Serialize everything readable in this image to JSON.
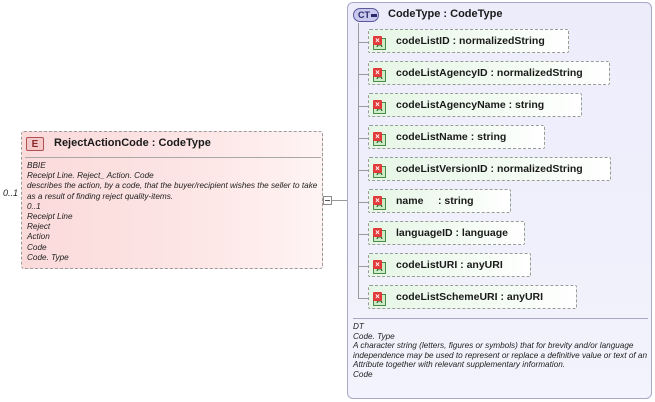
{
  "element": {
    "badge": "E",
    "title": "RejectActionCode : CodeType",
    "occurs": "0..1",
    "doc_lines": [
      "BBIE",
      "Receipt Line. Reject_ Action. Code",
      "describes the action, by a code, that the buyer/recipient wishes the seller to take as a result of finding reject quality-items.",
      "0..1",
      "Receipt Line",
      "Reject",
      "Action",
      "Code",
      "Code. Type"
    ]
  },
  "complex_type": {
    "badge": "CT",
    "title": "CodeType : CodeType",
    "attributes": [
      {
        "badge": "A",
        "label": "codeListID : normalizedString"
      },
      {
        "badge": "A",
        "label": "codeListAgencyID : normalizedString"
      },
      {
        "badge": "A",
        "label": "codeListAgencyName : string"
      },
      {
        "badge": "A",
        "label": "codeListName : string"
      },
      {
        "badge": "A",
        "label": "codeListVersionID : normalizedString"
      },
      {
        "badge": "A",
        "label": "name     : string"
      },
      {
        "badge": "A",
        "label": "languageID : language"
      },
      {
        "badge": "A",
        "label": "codeListURI : anyURI"
      },
      {
        "badge": "A",
        "label": "codeListSchemeURI : anyURI"
      }
    ],
    "doc_lines": [
      "DT",
      "Code. Type",
      "A character string (letters, figures or symbols) that for brevity and/or language independence may be used to represent or replace a definitive value or text of an Attribute together with relevant supplementary information.",
      "Code"
    ]
  }
}
